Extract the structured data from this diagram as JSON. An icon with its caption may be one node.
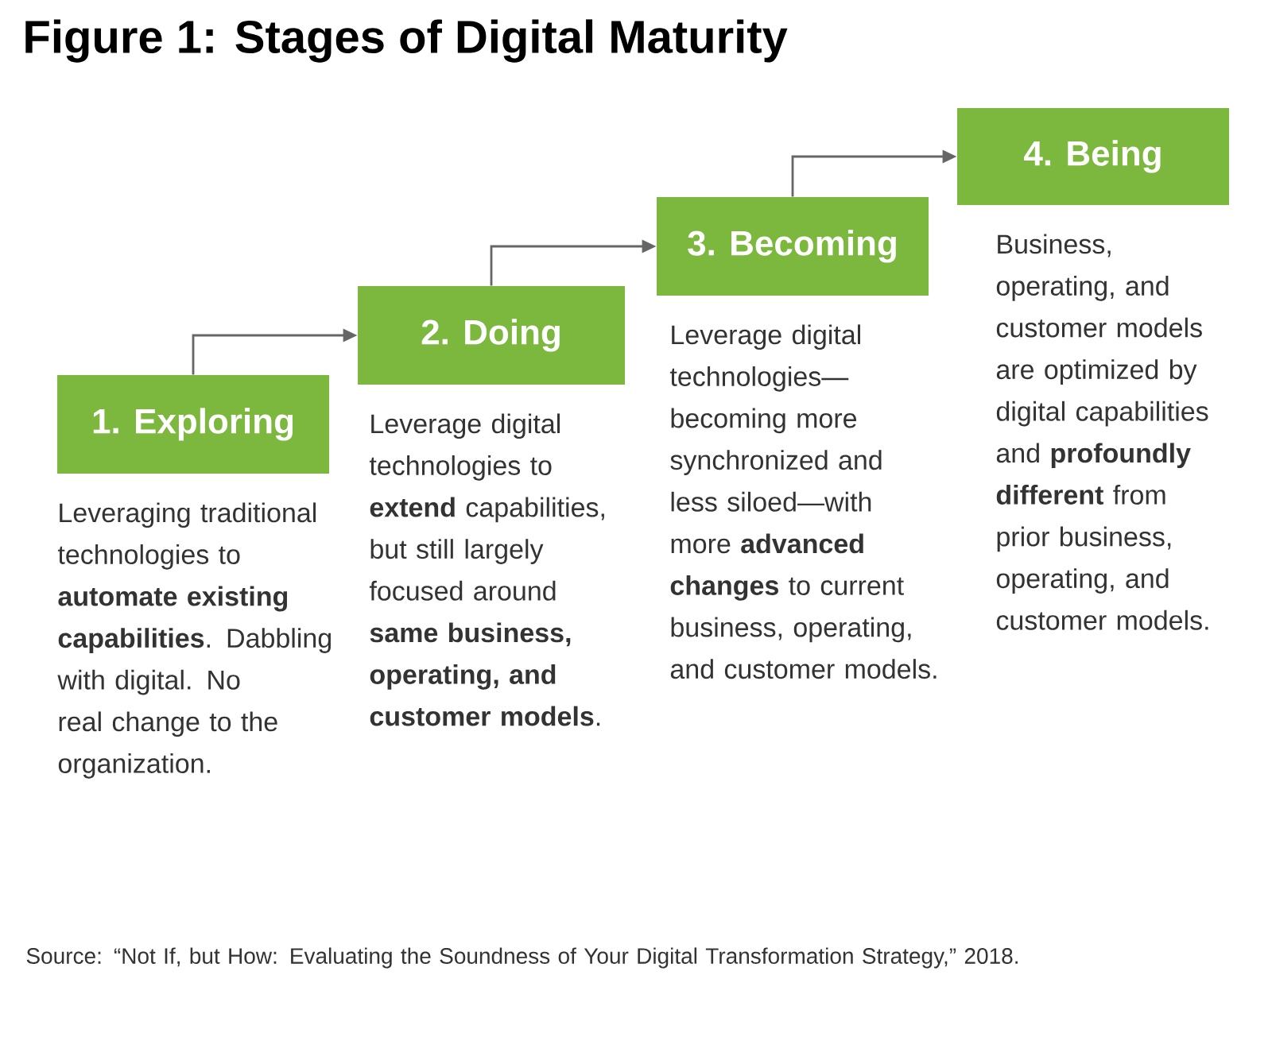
{
  "diagram": {
    "title": "Figure 1: Stages of Digital Maturity",
    "nodes": [
      {
        "text": [
          "1. Exploring"
        ],
        "beside": [
          "Leveraging traditional technologies to **automate existing capabilities**. Dabbling with digital. No real change to the organization."
        ]
      },
      {
        "text": [
          "2. Doing"
        ],
        "beside": [
          "Leverage digital technologies to **extend** capabilities, but still largely focused around **same business, operating, and customer models**."
        ]
      },
      {
        "text": [
          "3. Becoming"
        ],
        "beside": [
          "Leverage digital technologies—becoming more synchronized and less siloed—with more **advanced changes** to current business, operating, and customer models."
        ]
      },
      {
        "text": [
          "4. Being"
        ],
        "beside": [
          "Business, operating, and customer models are optimized by digital capabilities and **profoundly different** from prior business, operating, and customer models."
        ]
      }
    ],
    "edges": [
      {
        "from": 0,
        "to": 1,
        "arrow": "to"
      },
      {
        "from": 1,
        "to": 2,
        "arrow": "to"
      },
      {
        "from": 2,
        "to": 3,
        "arrow": "to"
      }
    ],
    "caption": "Source: “Not If, but How: Evaluating the Soundness of Your Digital Transformation Strategy,” 2018."
  }
}
